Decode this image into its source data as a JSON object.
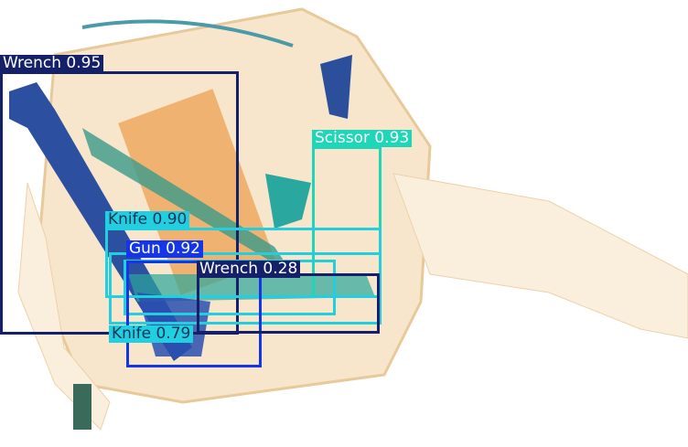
{
  "detections": [
    {
      "label": "Wrench 0.95",
      "color": "#15206b",
      "text_color": "#ffffff"
    },
    {
      "label": "Scissor 0.93",
      "color": "#1fd6b8",
      "text_color": "#ffffff"
    },
    {
      "label": "Knife 0.90",
      "color": "#22cfe0",
      "text_color": "#10355a"
    },
    {
      "label": "Knife 0.79",
      "color": "#22cfe0",
      "text_color": "#10355a"
    },
    {
      "label": "Gun 0.92",
      "color": "#1535e8",
      "text_color": "#ffffff"
    },
    {
      "label": "Wrench 0.28",
      "color": "#15206b",
      "text_color": "#ffffff"
    }
  ]
}
